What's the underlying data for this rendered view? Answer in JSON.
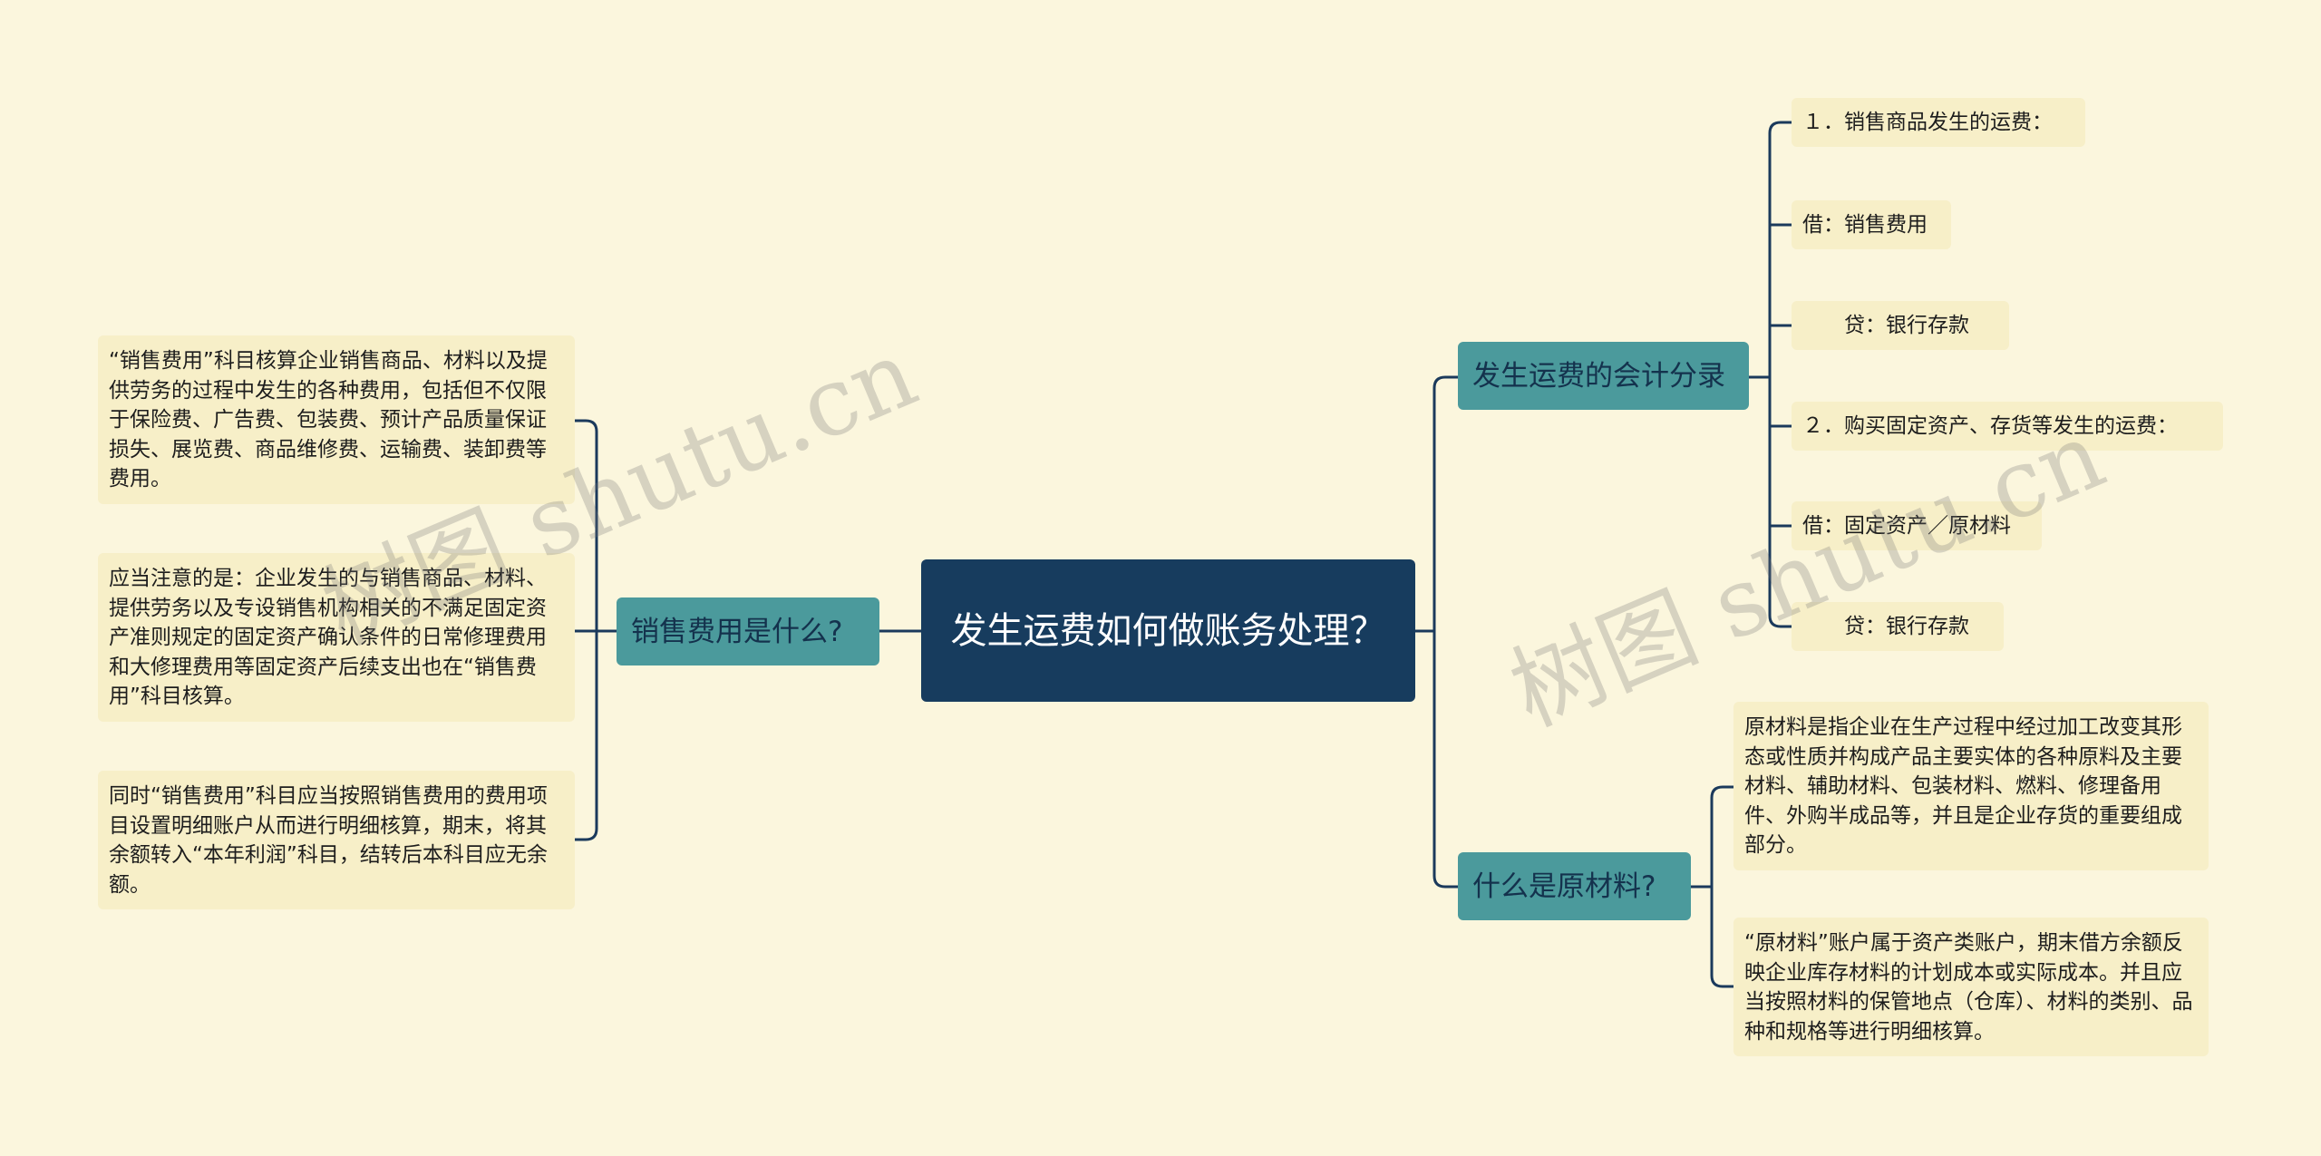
{
  "root": {
    "title": "发生运费如何做账务处理？"
  },
  "left": {
    "branch": "销售费用是什么?",
    "leaves": [
      "“销售费用”科目核算企业销售商品、材料以及提供劳务的过程中发生的各种费用，包括但不仅限于保险费、广告费、包装费、预计产品质量保证损失、展览费、商品维修费、运输费、装卸费等费用。",
      "应当注意的是：企业发生的与销售商品、材料、提供劳务以及专设销售机构相关的不满足固定资产准则规定的固定资产确认条件的日常修理费用和大修理费用等固定资产后续支出也在“销售费用”科目核算。",
      "同时“销售费用”科目应当按照销售费用的费用项目设置明细账户从而进行明细核算，期末，将其余额转入“本年利润”科目，结转后本科目应无余额。"
    ]
  },
  "right_top": {
    "branch": "发生运费的会计分录",
    "leaves": [
      "１．销售商品发生的运费：",
      "借：销售费用",
      "　　贷：银行存款",
      "２．购买固定资产、存货等发生的运费：",
      "借：固定资产／原材料",
      "　　贷：银行存款"
    ]
  },
  "right_bottom": {
    "branch": "什么是原材料?",
    "leaves": [
      "原材料是指企业在生产过程中经过加工改变其形态或性质并构成产品主要实体的各种原料及主要材料、辅助材料、包装材料、燃料、修理备用件、外购半成品等，并且是企业存货的重要组成部分。",
      "“原材料”账户属于资产类账户，期末借方余额反映企业库存材料的计划成本或实际成本。并且应当按照材料的保管地点（仓库）、材料的类别、品种和规格等进行明细核算。"
    ]
  },
  "watermark": "树图 shutu.cn",
  "colors": {
    "line": "#1b3a5c",
    "root": "#173c5e",
    "branch": "#4b9a9c",
    "leaf": "#f7efc8",
    "background": "#fbf6dd"
  }
}
